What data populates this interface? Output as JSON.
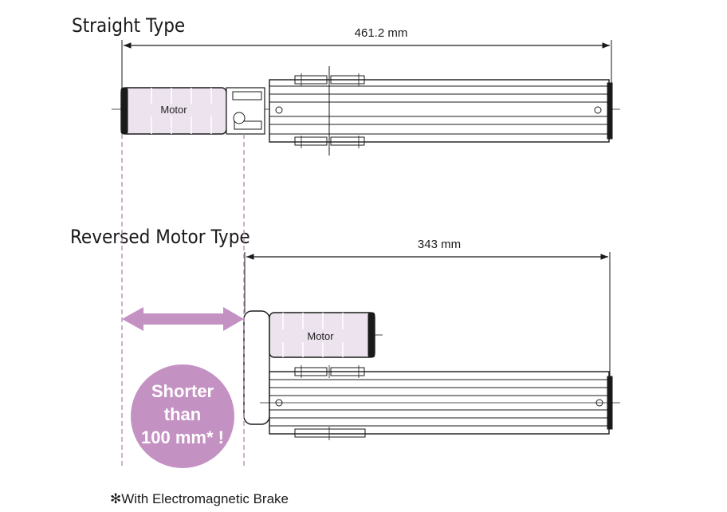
{
  "straight": {
    "title": "Straight Type",
    "length": "461.2 mm",
    "motor_label": "Motor"
  },
  "reversed": {
    "title": "Reversed Motor Type",
    "length": "343 mm",
    "motor_label": "Motor"
  },
  "callout": {
    "line1": "Shorter",
    "line2": "than",
    "line3": "100 mm* !"
  },
  "footnote": "✻With Electromagnetic Brake",
  "colors": {
    "motor_fill": "#ece3ee",
    "accent": "#c491c3",
    "line": "#1a1a1a",
    "guide": "#b585b4"
  }
}
